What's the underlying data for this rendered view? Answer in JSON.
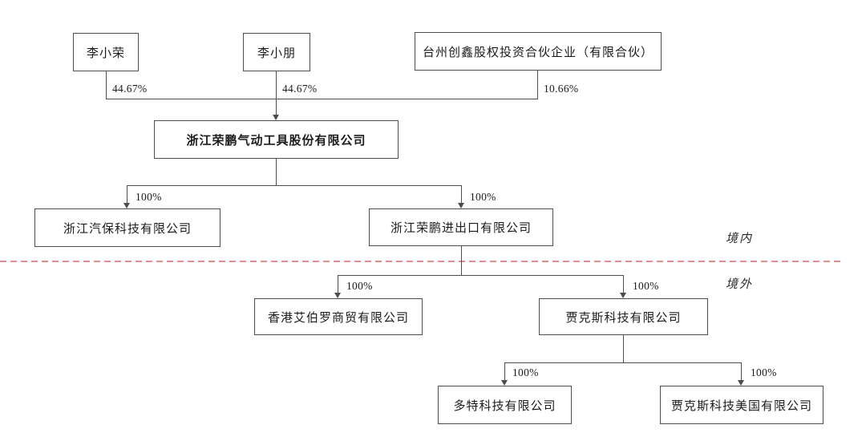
{
  "nodes": {
    "li_xiaorong": "李小荣",
    "li_xiaopeng": "李小朋",
    "taizhou_chuangxin": "台州创鑫股权投资合伙企业（有限合伙）",
    "rongpeng_parent": "浙江荣鹏气动工具股份有限公司",
    "zhejiang_qibao": "浙江汽保科技有限公司",
    "rongpeng_import_export": "浙江荣鹏进出口有限公司",
    "hongkong_aiboluo": "香港艾伯罗商贸有限公司",
    "jiakesi_tech": "贾克斯科技有限公司",
    "duote_tech": "多特科技有限公司",
    "jiakesi_usa": "贾克斯科技美国有限公司"
  },
  "ownership": {
    "li_xiaorong_pct": "44.67%",
    "li_xiaopeng_pct": "44.67%",
    "taizhou_pct": "10.66%",
    "qibao_pct": "100%",
    "import_export_pct": "100%",
    "hongkong_pct": "100%",
    "jiakesi_pct": "100%",
    "duote_pct": "100%",
    "jiakesi_usa_pct": "100%"
  },
  "regions": {
    "domestic": "境内",
    "overseas": "境外"
  },
  "colors": {
    "line": "#4d4d4d",
    "divider": "#de8f8c",
    "background": "#ffffff"
  }
}
